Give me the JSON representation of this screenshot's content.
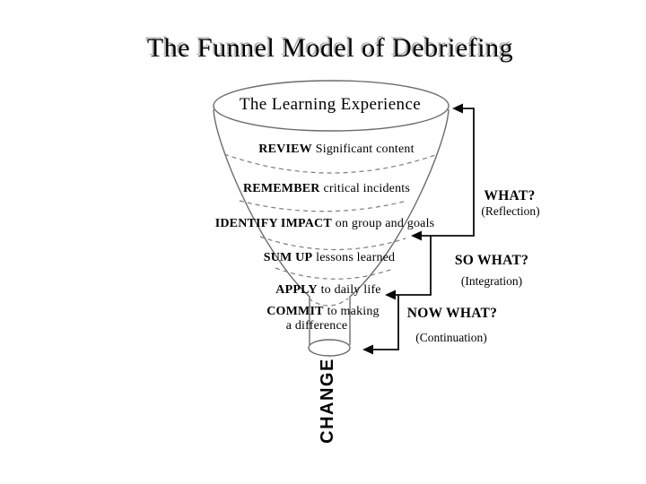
{
  "title": "The Funnel Model of Debriefing",
  "funnel": {
    "top_label": "The Learning Experience",
    "levels": [
      {
        "keyword": "REVIEW",
        "rest": "Significant content"
      },
      {
        "keyword": "REMEMBER",
        "rest": "critical incidents"
      },
      {
        "keyword": "IDENTIFY IMPACT",
        "rest": "on group and goals"
      },
      {
        "keyword": "SUM UP",
        "rest": "lessons learned"
      },
      {
        "keyword": "APPLY",
        "rest": "to daily life"
      },
      {
        "keyword": "COMMIT",
        "rest": "to making"
      }
    ],
    "commit_line2": "a difference",
    "outlet_label": "CHANGE"
  },
  "stages": [
    {
      "question": "WHAT?",
      "phase": "(Reflection)"
    },
    {
      "question": "SO WHAT?",
      "phase": "(Integration)"
    },
    {
      "question": "NOW WHAT?",
      "phase": "(Continuation)"
    }
  ],
  "colors": {
    "background": "#ffffff",
    "text": "#000000",
    "funnel_stroke": "#6b6b6b",
    "dash_stroke": "#7e7e7e",
    "arrow": "#0a0a0a",
    "title_shadow": "#b3b3b3"
  }
}
